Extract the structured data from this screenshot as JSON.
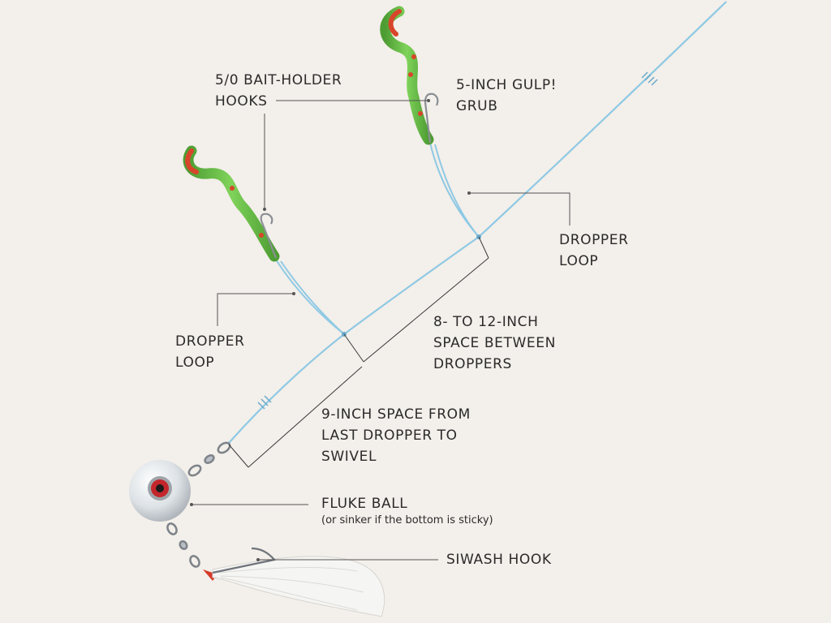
{
  "labels": {
    "bait_holder_hooks": [
      "5/0 BAIT-HOLDER",
      "HOOKS"
    ],
    "gulp_grub": [
      "5-INCH GULP!",
      "GRUB"
    ],
    "dropper_loop_right": [
      "DROPPER",
      "LOOP"
    ],
    "dropper_loop_left": [
      "DROPPER",
      "LOOP"
    ],
    "space_between": [
      "8- TO 12-INCH",
      "SPACE BETWEEN",
      "DROPPERS"
    ],
    "space_to_swivel": [
      "9-INCH SPACE FROM",
      "LAST DROPPER TO",
      "SWIVEL"
    ],
    "fluke_ball": "FLUKE BALL",
    "fluke_ball_note": "(or sinker if the bottom is sticky)",
    "siwash_hook": "SIWASH HOOK"
  },
  "colors": {
    "background": "#f3efea",
    "line": "#8ec9e4",
    "leader_line": "#555555",
    "text": "#2b2b2b",
    "grub_green": "#6cc04a",
    "grub_red": "#d8452b",
    "ball": "#dde2e6",
    "eye": "#c3262b",
    "feather": "#f5f5f3"
  }
}
